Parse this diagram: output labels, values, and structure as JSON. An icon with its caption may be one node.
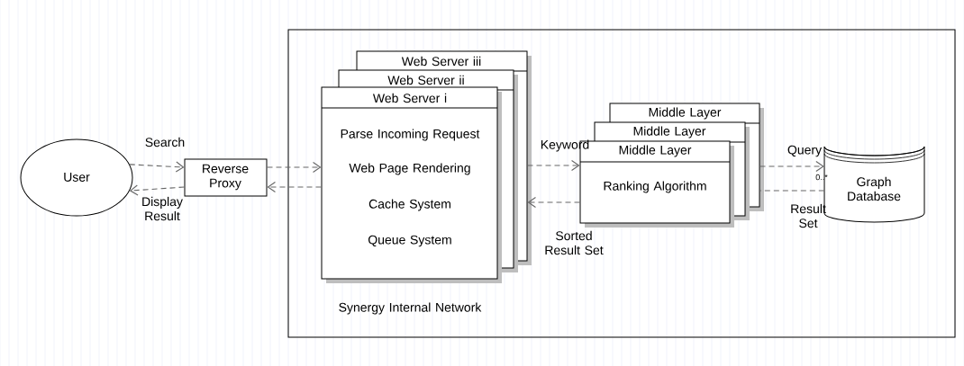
{
  "diagram": {
    "nodes": [
      {
        "text": [
          "User"
        ]
      },
      {
        "text": [
          "Reverse Proxy"
        ]
      },
      {
        "text": [
          "Synergy Internal Network"
        ]
      },
      {
        "text": [
          "Web Server iii"
        ],
        "in": 2
      },
      {
        "text": [
          "Web Server ii"
        ],
        "in": 2
      },
      {
        "text": [
          "Web Server i",
          "Parse Incoming Request",
          "Web Page Rendering",
          "Cache System",
          "Queue System"
        ],
        "in": 2
      },
      {
        "text": [
          "Middle Layer"
        ],
        "in": 2
      },
      {
        "text": [
          "Middle Layer"
        ],
        "in": 2
      },
      {
        "text": [
          "Middle Layer",
          "Ranking Algorithm"
        ],
        "in": 2
      },
      {
        "text": [
          "Graph Database"
        ],
        "in": 2
      }
    ],
    "edges": [
      {
        "from": 0,
        "to": 1,
        "arrow": "to",
        "label": "Search",
        "style": "dashed"
      },
      {
        "from": 1,
        "to": 0,
        "arrow": "to",
        "label": "Display Result",
        "style": "dashed"
      },
      {
        "from": 1,
        "to": 5,
        "arrow": "to",
        "style": "dashed"
      },
      {
        "from": 5,
        "to": 1,
        "arrow": "to",
        "style": "dashed"
      },
      {
        "from": 3,
        "to": 8,
        "arrow": "to",
        "label": "Keyword",
        "style": "dashed"
      },
      {
        "from": 8,
        "to": 3,
        "arrow": "to",
        "label": "Sorted Result Set",
        "style": "dashed"
      },
      {
        "from": 6,
        "to": 9,
        "arrow": "to",
        "label": "Query",
        "style": "dashed"
      },
      {
        "from": 9,
        "to": 6,
        "arrow": "none",
        "label": "Result Set",
        "style": "dashed"
      }
    ],
    "labels": [
      "0..*"
    ]
  }
}
